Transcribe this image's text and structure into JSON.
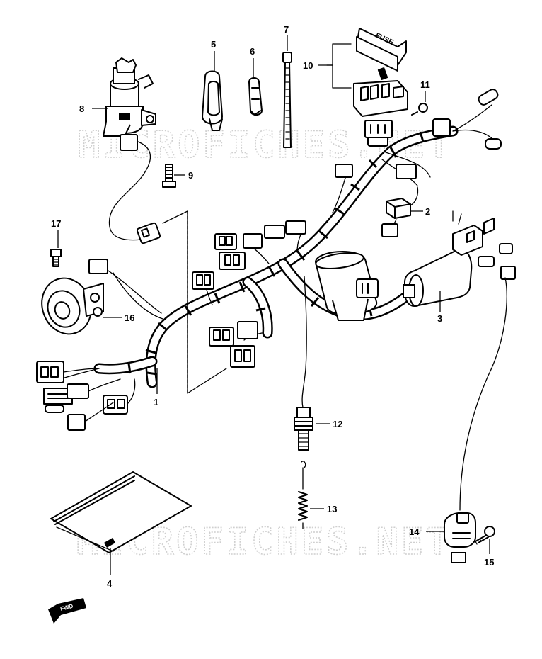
{
  "watermarks": [
    "MICROFICHES.NET",
    "MICROFICHES.NET"
  ],
  "fuse_box_label": "FUSE",
  "fwd_label": "FWD",
  "callouts": [
    "1",
    "2",
    "3",
    "4",
    "5",
    "6",
    "7",
    "8",
    "9",
    "10",
    "11",
    "12",
    "13",
    "14",
    "15",
    "16",
    "17"
  ]
}
